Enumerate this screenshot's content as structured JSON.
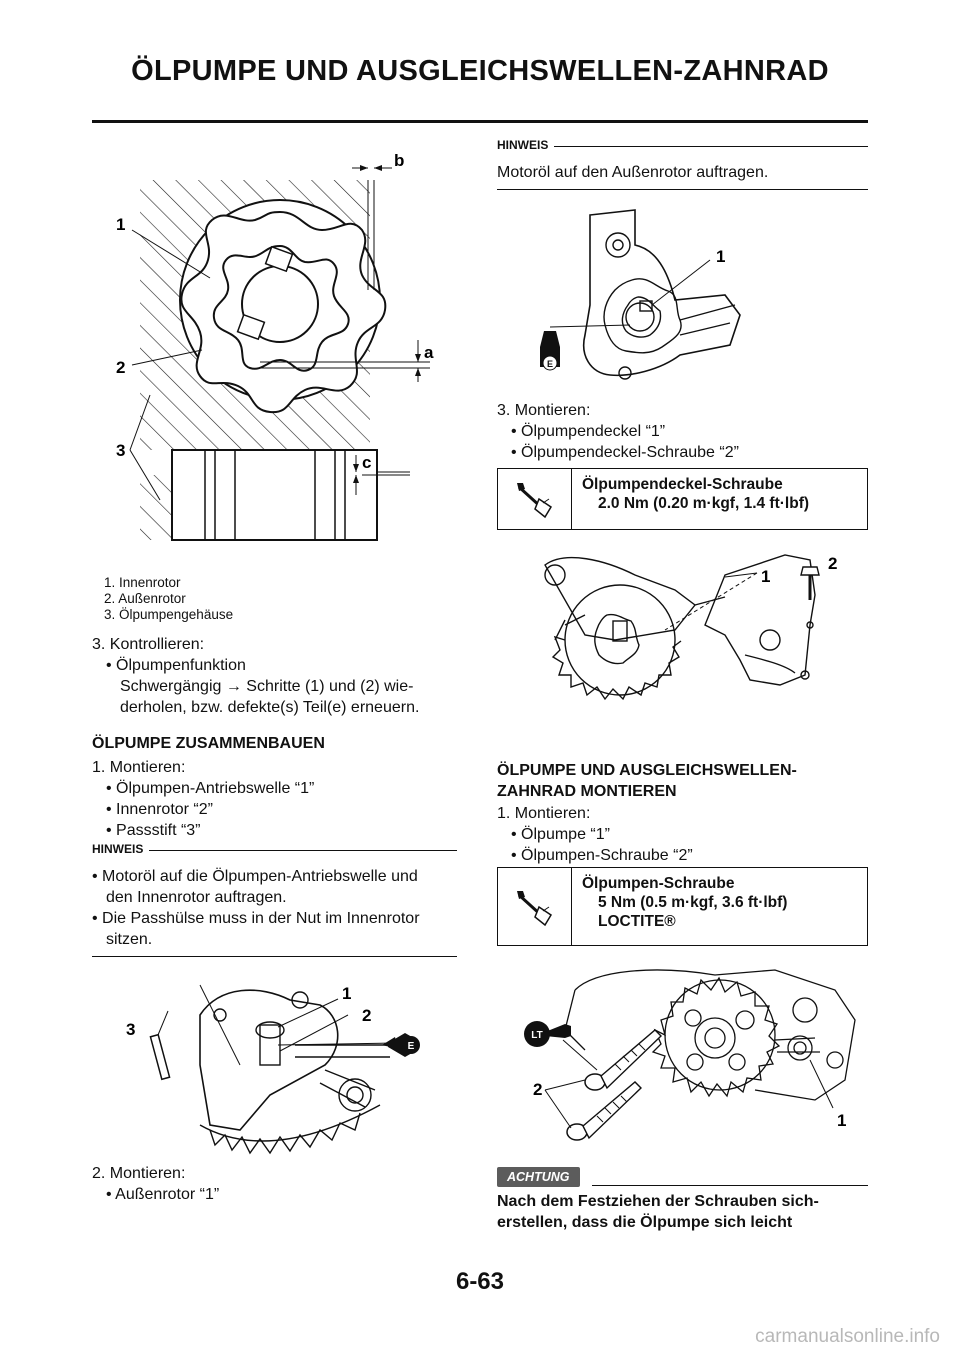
{
  "header": {
    "title": "ÖLPUMPE UND AUSGLEICHSWELLEN-ZAHNRAD"
  },
  "figure1": {
    "callouts": [
      "1",
      "2",
      "3",
      "a",
      "b",
      "c"
    ],
    "legend": [
      "1.  Innenrotor",
      "2.  Außenrotor",
      "3.  Ölpumpengehäuse"
    ]
  },
  "check": {
    "step": "3.  Kontrollieren:",
    "item": "Ölpumpenfunktion",
    "line1": "Schwergängig → Schritte (1) und (2) wie-",
    "line2": "derholen, bzw. defekte(s) Teil(e) erneuern."
  },
  "assemble": {
    "heading": "ÖLPUMPE ZUSAMMENBAUEN",
    "step1": "1.  Montieren:",
    "items": [
      "Ölpumpen-Antriebswelle “1”",
      "Innenrotor “2”",
      "Passstift “3”"
    ],
    "note_label": "HINWEIS",
    "notes": [
      {
        "l1": " Motoröl auf die Ölpumpen-Antriebswelle und",
        "l2": "den Innenrotor auftragen."
      },
      {
        "l1": "Die Passhülse muss in der Nut im Innenrotor",
        "l2": "sitzen."
      }
    ],
    "fig_callouts": [
      "1",
      "2",
      "3"
    ],
    "step2": "2.  Montieren:",
    "step2_item": "Außenrotor “1”"
  },
  "right": {
    "note_label": "HINWEIS",
    "note_text": "Motoröl auf den Außenrotor auftragen.",
    "fig_callouts": [
      "1"
    ],
    "step3": "3.  Montieren:",
    "step3_items": [
      "Ölpumpendeckel “1”",
      "Ölpumpendeckel-Schraube “2”"
    ],
    "spec1": {
      "name": "Ölpumpendeckel-Schraube",
      "value": "2.0 Nm (0.20 m·kgf, 1.4 ft·lbf)"
    },
    "fig3_callouts": [
      "1",
      "2"
    ],
    "heading2_l1": "ÖLPUMPE UND AUSGLEICHSWELLEN-",
    "heading2_l2": "ZAHNRAD MONTIEREN",
    "step_m1": "1.  Montieren:",
    "m_items": [
      "Ölpumpe “1”",
      "Ölpumpen-Schraube “2”"
    ],
    "spec2": {
      "name": "Ölpumpen-Schraube",
      "value": "5 Nm (0.5 m·kgf, 3.6 ft·lbf)",
      "extra": "LOCTITE®"
    },
    "fig4_callouts": [
      "LT",
      "2",
      "1"
    ],
    "caution_label": "ACHTUNG",
    "caution_l1": "Nach dem Festziehen der Schrauben sich-",
    "caution_l2": "erstellen, dass die Ölpumpe sich leicht"
  },
  "icons": {
    "oil": "E",
    "loctite": "LT"
  },
  "page_number": "6-63",
  "footer": "carmanualsonline.info"
}
